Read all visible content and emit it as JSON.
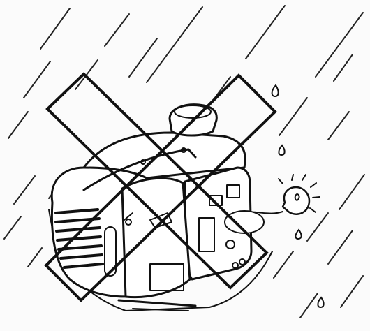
{
  "illustration": {
    "subject": "generator-in-rain",
    "prohibition_mark": "x-mark",
    "icons": [
      "rain-streaks",
      "raindrop-icon",
      "light-bulb-icon",
      "generator-icon",
      "power-cord"
    ],
    "colors": {
      "background": "#fbfbfb",
      "ink": "#111111",
      "paper": "#ffffff"
    }
  }
}
